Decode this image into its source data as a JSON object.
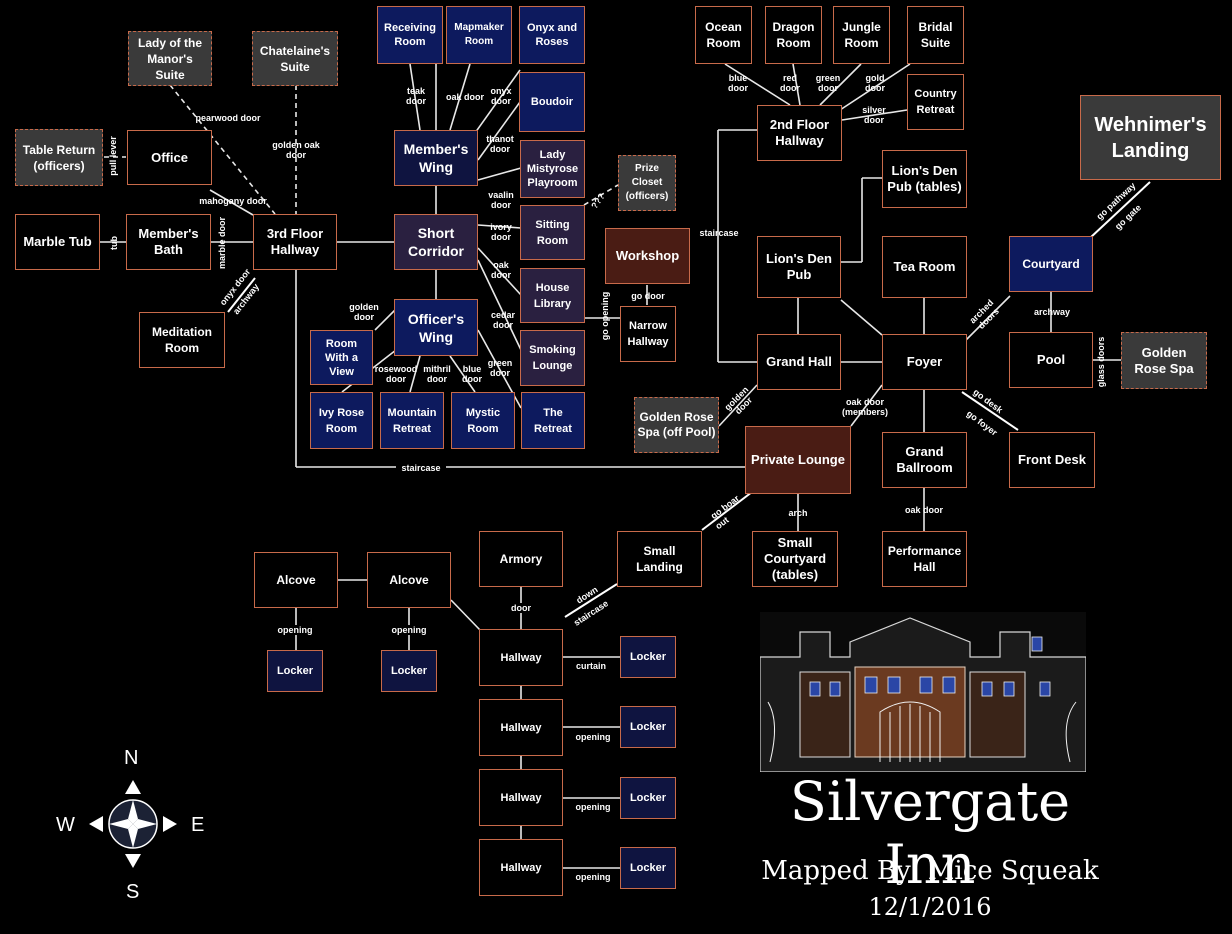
{
  "title": "Silvergate Inn",
  "credit": "Mapped By: Mice Squeak",
  "date": "12/1/2016",
  "compass": {
    "n": "N",
    "s": "S",
    "e": "E",
    "w": "W"
  },
  "rooms": {
    "receiving": "Receiving Room",
    "mapmaker": "Mapmaker Room",
    "onyx_roses": "Onyx and Roses",
    "boudoir": "Boudoir",
    "lady_manor": "Lady of the Manor's Suite",
    "chatelaine": "Chatelaine's Suite",
    "table_return": "Table Return (officers)",
    "office": "Office",
    "members_wing": "Member's Wing",
    "lady_mistyrose": "Lady Mistyrose Playroom",
    "prize_closet": "Prize Closet (officers)",
    "marble_tub": "Marble Tub",
    "members_bath": "Member's Bath",
    "third_floor": "3rd Floor Hallway",
    "short_corridor": "Short Corridor",
    "sitting": "Sitting Room",
    "workshop": "Workshop",
    "house_library": "House Library",
    "narrow_hallway": "Narrow Hallway",
    "officers_wing": "Officer's Wing",
    "smoking": "Smoking Lounge",
    "meditation": "Meditation Room",
    "room_with_view": "Room With a View",
    "ivy_rose": "Ivy Rose Room",
    "mountain": "Mountain Retreat",
    "mystic": "Mystic Room",
    "the_retreat": "The Retreat",
    "golden_rose_spa_off": "Golden Rose Spa (off Pool)",
    "ocean": "Ocean Room",
    "dragon": "Dragon Room",
    "jungle": "Jungle Room",
    "bridal": "Bridal Suite",
    "second_floor": "2nd Floor Hallway",
    "country": "Country Retreat",
    "wehnimers": "Wehnimer's Landing",
    "lions_den_pub_tables": "Lion's Den Pub (tables)",
    "lions_den_pub": "Lion's Den Pub",
    "tea_room": "Tea Room",
    "courtyard": "Courtyard",
    "grand_hall": "Grand Hall",
    "foyer": "Foyer",
    "pool": "Pool",
    "golden_rose_spa": "Golden Rose Spa",
    "private_lounge": "Private Lounge",
    "grand_ballroom": "Grand Ballroom",
    "front_desk": "Front Desk",
    "small_courtyard": "Small Courtyard (tables)",
    "performance_hall": "Performance Hall",
    "small_landing": "Small Landing",
    "armory": "Armory",
    "alcove1": "Alcove",
    "alcove2": "Alcove",
    "locker1": "Locker",
    "locker2": "Locker",
    "hallway1": "Hallway",
    "hallway2": "Hallway",
    "hallway3": "Hallway",
    "hallway4": "Hallway",
    "locker3": "Locker",
    "locker4": "Locker",
    "locker5": "Locker",
    "locker6": "Locker"
  },
  "labels": {
    "teak": "teak door",
    "oak1": "oak door",
    "onyx": "onyx door",
    "thanot": "thanot door",
    "vaalin": "vaalin door",
    "ivory": "ivory door",
    "oak2": "oak door",
    "cedar": "cedar door",
    "green1": "green door",
    "golden1": "golden door",
    "rosewood": "rosewood door",
    "mithril": "mithril door",
    "blue1": "blue door",
    "pearwood": "pearwood door",
    "golden_oak": "golden oak door",
    "pull_lever": "pull lever",
    "mahogany": "mahogany door",
    "tub": "tub",
    "marble": "marble door",
    "onyx_arch": "onyx door",
    "archway1": "archway",
    "qqq": "???",
    "go_door": "go door",
    "go_opening": "go opening",
    "staircase1": "staircase",
    "staircase2": "staircase",
    "blue2": "blue door",
    "red": "red door",
    "green2": "green door",
    "gold": "gold door",
    "silver": "silver door",
    "go_pathway": "go pathway",
    "go_gate": "go gate",
    "arched": "arched doors",
    "archway2": "archway",
    "glass": "glass doors",
    "golden2": "golden door",
    "oak_members": "oak door (members)",
    "go_desk": "go desk",
    "go_foyer": "go foyer",
    "arch": "arch",
    "oak3": "oak door",
    "go_boar": "go boar",
    "out": "out",
    "down": "down",
    "staircase3": "staircase",
    "door": "door",
    "opening1": "opening",
    "opening2": "opening",
    "curtain": "curtain",
    "opening3": "opening",
    "opening4": "opening",
    "opening5": "opening"
  },
  "colors": {
    "border": "#c86a4a",
    "navy": "#0d1a5e",
    "purple": "#2a2040",
    "brown": "#4a1c14",
    "dark_dashed": "#3a3a3a"
  }
}
